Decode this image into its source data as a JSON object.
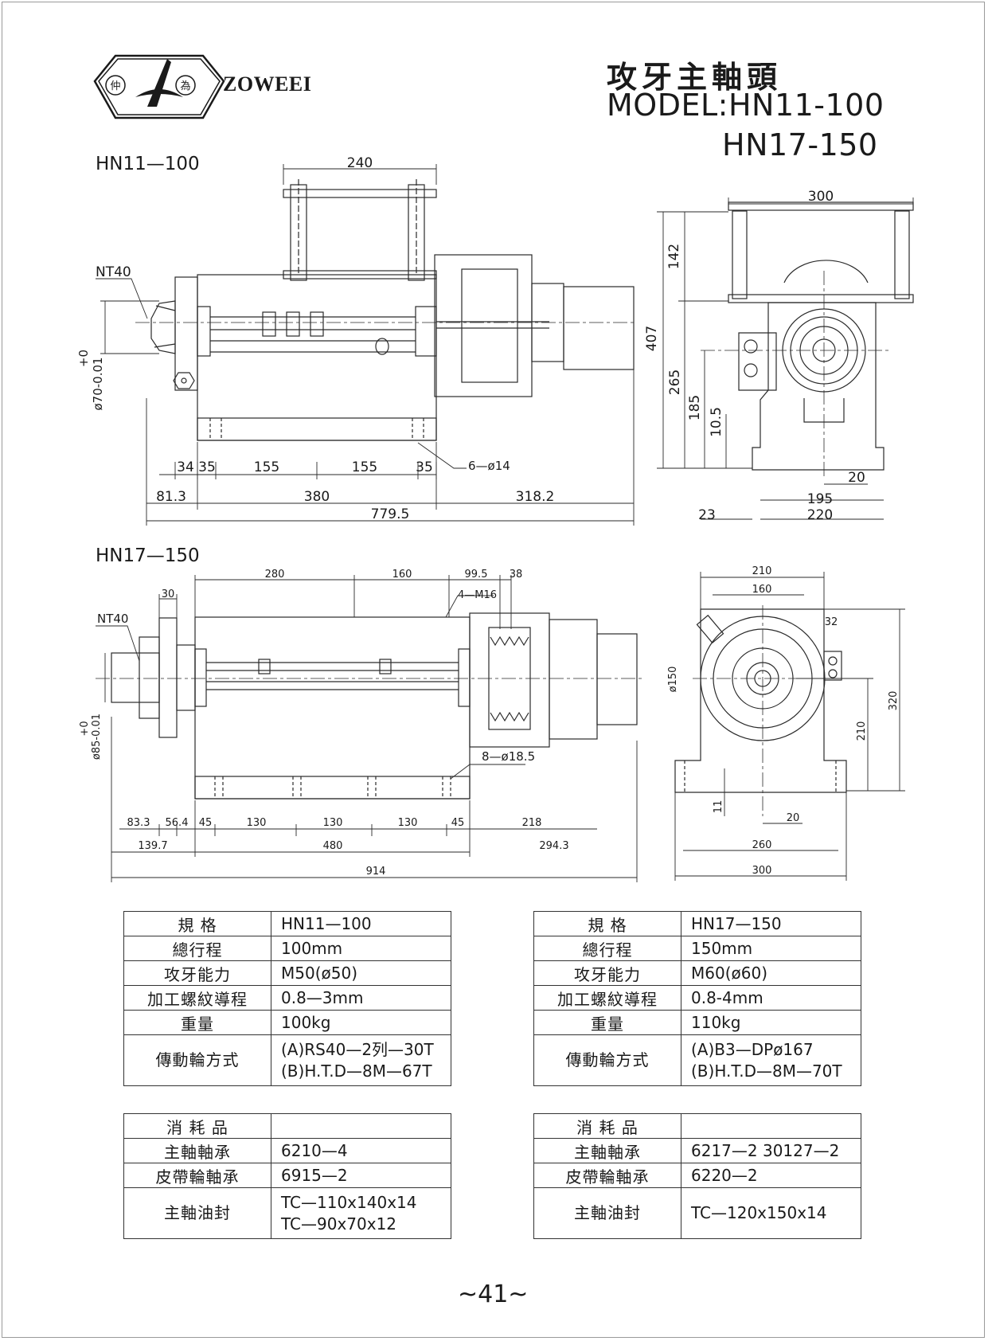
{
  "brand": {
    "name": "ZOWEEI",
    "logo_char_left": "仲",
    "logo_char_right": "為"
  },
  "title": {
    "chinese": "攻牙主軸頭",
    "model_line1": "MODEL:HN11-100",
    "model_line2": "HN17-150"
  },
  "drawing1": {
    "label": "HN11—100",
    "callouts": {
      "nt": "NT40",
      "bore": "ø70-0.01",
      "bore_tol": "+0",
      "holes": "6—ø14"
    },
    "dims_top": {
      "width_bars": "240"
    },
    "dims_row1": [
      "34",
      "35",
      "155",
      "155",
      "35"
    ],
    "dims_row2": [
      "81.3",
      "380",
      "318.2"
    ],
    "dims_total": "779.5",
    "side": {
      "width": "300",
      "h142": "142",
      "h407": "407",
      "h265": "265",
      "h185": "185",
      "h105": "10.5",
      "w20": "20",
      "w195": "195",
      "w23": "23",
      "w220": "220"
    }
  },
  "drawing2": {
    "label": "HN17—150",
    "callouts": {
      "nt": "NT40",
      "bore": "ø85-0.01",
      "bore_tol": "+0",
      "tap": "4—M16",
      "holes": "8—ø18.5",
      "dia": "ø150",
      "w30": "30"
    },
    "dims_top": [
      "280",
      "160",
      "99.5",
      "38"
    ],
    "dims_row1": [
      "83.3",
      "56.4",
      "45",
      "130",
      "130",
      "130",
      "45",
      "218"
    ],
    "dims_row2": [
      "139.7",
      "480",
      "294.3"
    ],
    "dims_total": "914",
    "side": {
      "w210": "210",
      "w160": "160",
      "w32": "32",
      "h320": "320",
      "h210": "210",
      "h11": "11",
      "w20": "20",
      "w260": "260",
      "w300": "300"
    }
  },
  "tables": {
    "hn11": {
      "spec": [
        {
          "k": "規 格",
          "v": "HN11—100"
        },
        {
          "k": "總行程",
          "v": "100mm"
        },
        {
          "k": "攻牙能力",
          "v": "M50(ø50)"
        },
        {
          "k": "加工螺紋導程",
          "v": "0.8—3mm"
        },
        {
          "k": "重量",
          "v": "100kg"
        },
        {
          "k": "傳動輪方式",
          "v1": "(A)RS40—2列—30T",
          "v2": "(B)H.T.D—8M—67T"
        }
      ],
      "consumables": [
        {
          "k": "消 耗 品",
          "v": ""
        },
        {
          "k": "主軸軸承",
          "v": "6210—4"
        },
        {
          "k": "皮帶輪軸承",
          "v": "6915—2"
        },
        {
          "k": "主軸油封",
          "v1": "TC—110x140x14",
          "v2": "TC—90x70x12"
        }
      ]
    },
    "hn17": {
      "spec": [
        {
          "k": "規 格",
          "v": "HN17—150"
        },
        {
          "k": "總行程",
          "v": "150mm"
        },
        {
          "k": "攻牙能力",
          "v": "M60(ø60)"
        },
        {
          "k": "加工螺紋導程",
          "v": "0.8-4mm"
        },
        {
          "k": "重量",
          "v": "110kg"
        },
        {
          "k": "傳動輪方式",
          "v1": "(A)B3—DPø167",
          "v2": "(B)H.T.D—8M—70T"
        }
      ],
      "consumables": [
        {
          "k": "消 耗 品",
          "v": ""
        },
        {
          "k": "主軸軸承",
          "v": "6217—2  30127—2"
        },
        {
          "k": "皮帶輪軸承",
          "v": "6220—2"
        },
        {
          "k": "主軸油封",
          "v": "TC—120x150x14"
        }
      ]
    }
  },
  "page_number": "~41~"
}
